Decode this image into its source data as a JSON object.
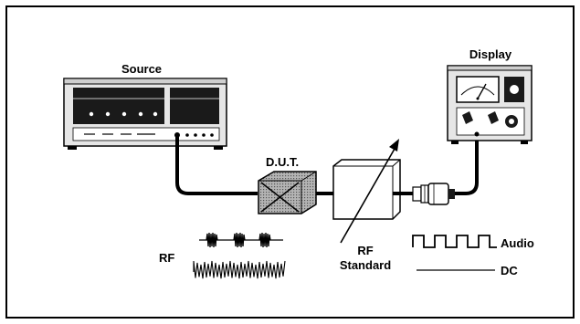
{
  "labels": {
    "source": "Source",
    "display": "Display",
    "dut": "D.U.T.",
    "rf_standard_line1": "RF",
    "rf_standard_line2": "Standard",
    "rf_signal": "RF",
    "audio": "Audio",
    "dc": "DC"
  },
  "icons": {
    "source": "signal-generator-icon",
    "display": "meter-icon",
    "dut": "device-under-test-icon",
    "rf_standard": "variable-attenuator-icon",
    "connector": "detector-connector-icon"
  },
  "colors": {
    "ink": "#000000",
    "background": "#ffffff",
    "dut_fill": "#9a9a9a",
    "panel_dark": "#1a1a1a",
    "panel_light": "#e6e6e6"
  }
}
